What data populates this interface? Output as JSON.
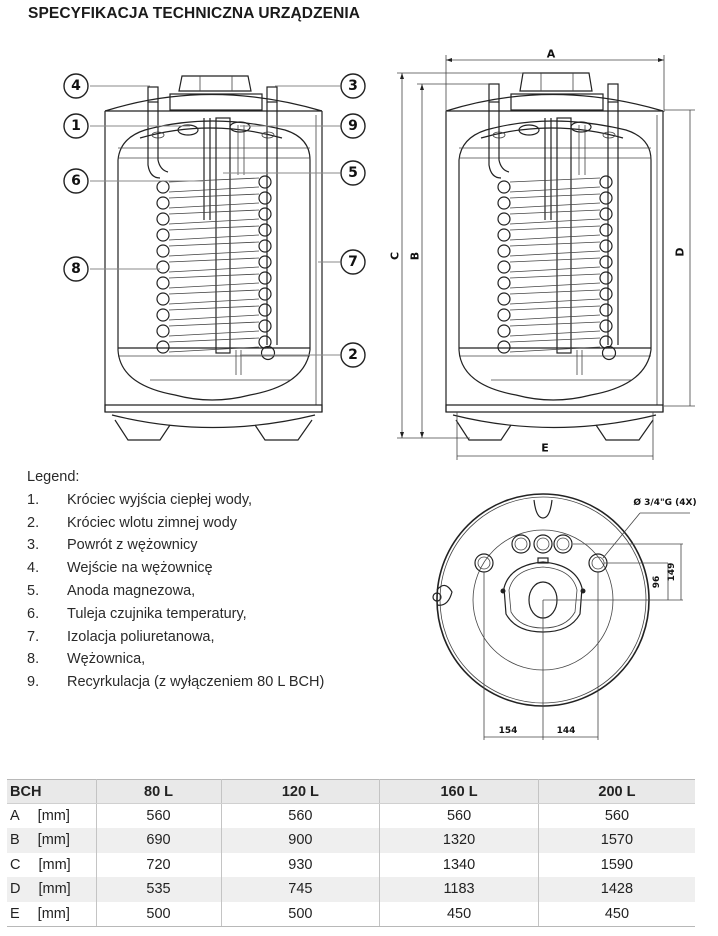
{
  "title": "SPECYFIKACJA TECHNICZNA URZĄDZENIA",
  "diagram_left": {
    "callouts": [
      "4",
      "1",
      "6",
      "8",
      "3",
      "9",
      "5",
      "7",
      "2"
    ]
  },
  "diagram_right": {
    "dimension_labels": {
      "A": "A",
      "B": "B",
      "C": "C",
      "D": "D",
      "E": "E"
    }
  },
  "diagram_top_view": {
    "thread_label": "Ø 3/4\"G (4X)",
    "dim_96": "96",
    "dim_149": "149",
    "dim_154": "154",
    "dim_144": "144"
  },
  "legend": {
    "title": "Legend:",
    "items": [
      {
        "num": "1.",
        "text": "Króciec wyjścia ciepłej wody,"
      },
      {
        "num": "2.",
        "text": "Króciec wlotu zimnej wody"
      },
      {
        "num": "3.",
        "text": "Powrót z wężownicy"
      },
      {
        "num": "4.",
        "text": "Wejście na wężownicę"
      },
      {
        "num": "5.",
        "text": "Anoda magnezowa,"
      },
      {
        "num": "6.",
        "text": "Tuleja czujnika temperatury,"
      },
      {
        "num": "7.",
        "text": "Izolacja poliuretanowa,"
      },
      {
        "num": "8.",
        "text": "Wężownica,"
      },
      {
        "num": "9.",
        "text": "Recyrkulacja (z wyłączeniem 80 L BCH)"
      }
    ]
  },
  "table": {
    "headers": [
      "BCH",
      "80 L",
      "120 L",
      "160 L",
      "200 L"
    ],
    "rows": [
      {
        "label": "A",
        "unit": "[mm]",
        "values": [
          "560",
          "560",
          "560",
          "560"
        ]
      },
      {
        "label": "B",
        "unit": "[mm]",
        "values": [
          "690",
          "900",
          "1320",
          "1570"
        ]
      },
      {
        "label": "C",
        "unit": "[mm]",
        "values": [
          "720",
          "930",
          "1340",
          "1590"
        ]
      },
      {
        "label": "D",
        "unit": "[mm]",
        "values": [
          "535",
          "745",
          "1183",
          "1428"
        ]
      },
      {
        "label": "E",
        "unit": "[mm]",
        "values": [
          "500",
          "500",
          "450",
          "450"
        ]
      }
    ]
  },
  "colors": {
    "header_bg": "#e9e9e9",
    "alt_row_bg": "#efefef",
    "line": "#222222"
  }
}
